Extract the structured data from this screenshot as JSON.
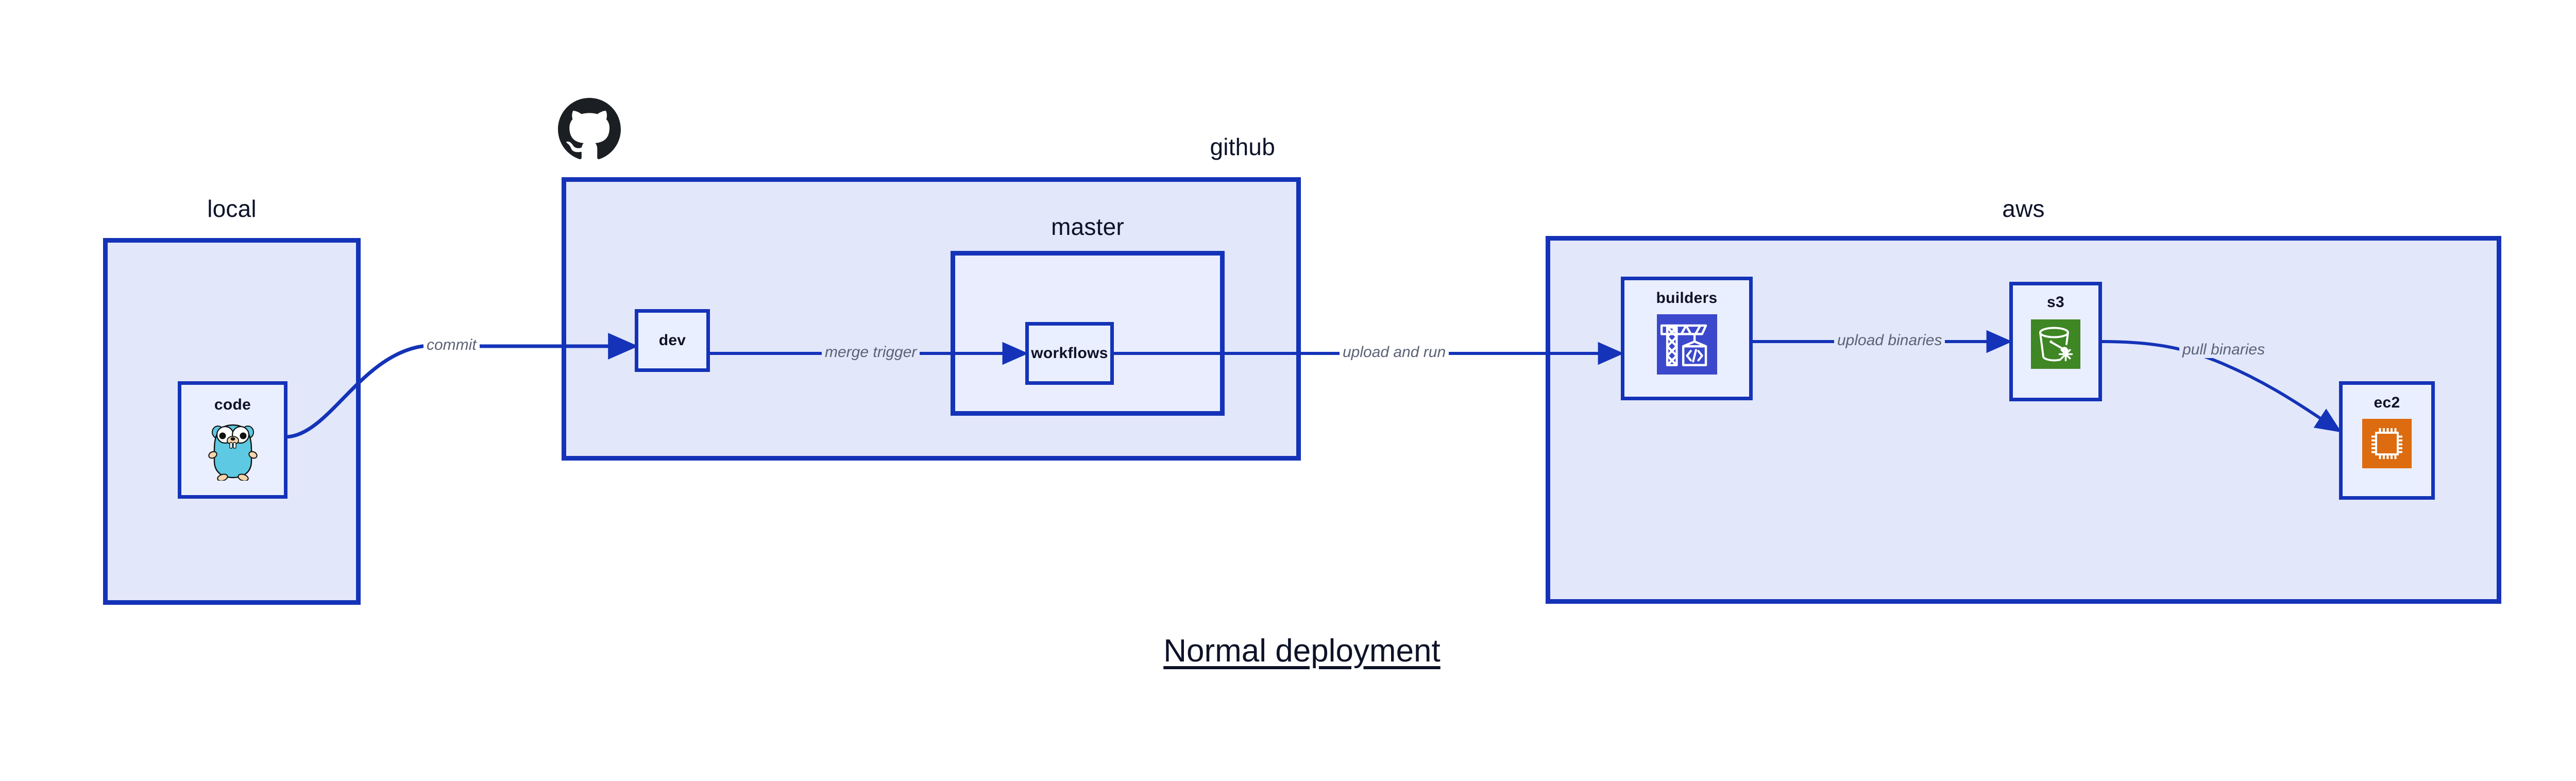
{
  "diagram": {
    "title": "Normal deployment",
    "colors": {
      "group_border": "#1433b8",
      "group_fill": "#e2e7fa",
      "node_fill": "#eaefff",
      "node_border": "#1433b8",
      "edge_stroke": "#1433b8",
      "edge_label_text": "#5c6275",
      "node_label_text": "#0d1228",
      "icon_codebuild": "#3b48cc",
      "icon_s3_glacier": "#3f8624",
      "icon_ec2": "#dd6b10",
      "icon_gopher": "#5dc9e2",
      "icon_github": "#1b1f23"
    }
  },
  "groups": [
    {
      "id": "local",
      "label": "local",
      "label_align": "center"
    },
    {
      "id": "github",
      "label": "github",
      "label_align": "right"
    },
    {
      "id": "master",
      "label": "master",
      "label_align": "center"
    },
    {
      "id": "aws",
      "label": "aws",
      "label_align": "center"
    }
  ],
  "nodes": [
    {
      "id": "code",
      "label": "code",
      "icon": "go-gopher-icon",
      "group": "local"
    },
    {
      "id": "dev",
      "label": "dev",
      "icon": null,
      "group": "github"
    },
    {
      "id": "workflows",
      "label": "workflows",
      "icon": null,
      "group": "master"
    },
    {
      "id": "builders",
      "label": "builders",
      "icon": "aws-codebuild-icon",
      "group": "aws"
    },
    {
      "id": "s3",
      "label": "s3",
      "icon": "aws-s3-glacier-icon",
      "group": "aws"
    },
    {
      "id": "ec2",
      "label": "ec2",
      "icon": "aws-ec2-chip-icon",
      "group": "aws"
    }
  ],
  "edges": [
    {
      "id": "commit",
      "label": "commit",
      "from": "code",
      "to": "dev"
    },
    {
      "id": "merge-trigger",
      "label": "merge trigger",
      "from": "dev",
      "to": "workflows"
    },
    {
      "id": "upload-and-run",
      "label": "upload and run",
      "from": "workflows",
      "to": "builders"
    },
    {
      "id": "upload-binaries",
      "label": "upload binaries",
      "from": "builders",
      "to": "s3"
    },
    {
      "id": "pull-binaries",
      "label": "pull binaries",
      "from": "s3",
      "to": "ec2"
    }
  ],
  "logos": [
    {
      "id": "github-logo",
      "name": "github-octocat-logo"
    }
  ]
}
